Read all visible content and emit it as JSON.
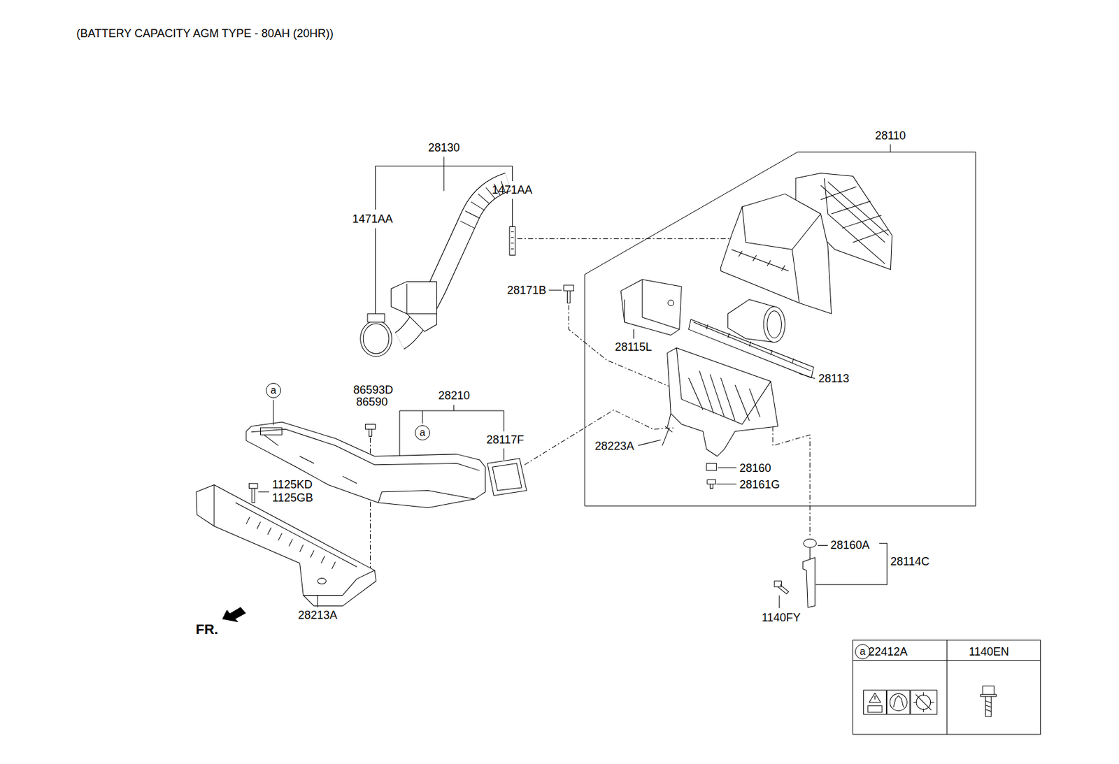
{
  "diagram": {
    "title": "(BATTERY CAPACITY AGM TYPE - 80AH (20HR))",
    "nodes": [
      {
        "text": [
          "28110"
        ]
      },
      {
        "text": [
          "a"
        ]
      },
      {
        "text": [
          "a"
        ]
      },
      {
        "text": [
          "a"
        ]
      }
    ],
    "edges": [],
    "labels": [
      "28130",
      "1471AA",
      "1471AA",
      "28171B",
      "28115L",
      "28113",
      "86593D",
      "86590",
      "28210",
      "28117F",
      "28223A",
      "28160",
      "28161G",
      "1125KD",
      "1125GB",
      "28213A",
      "FR.",
      "28160A",
      "28114C",
      "1140FY",
      "22412A",
      "1140EN"
    ]
  }
}
